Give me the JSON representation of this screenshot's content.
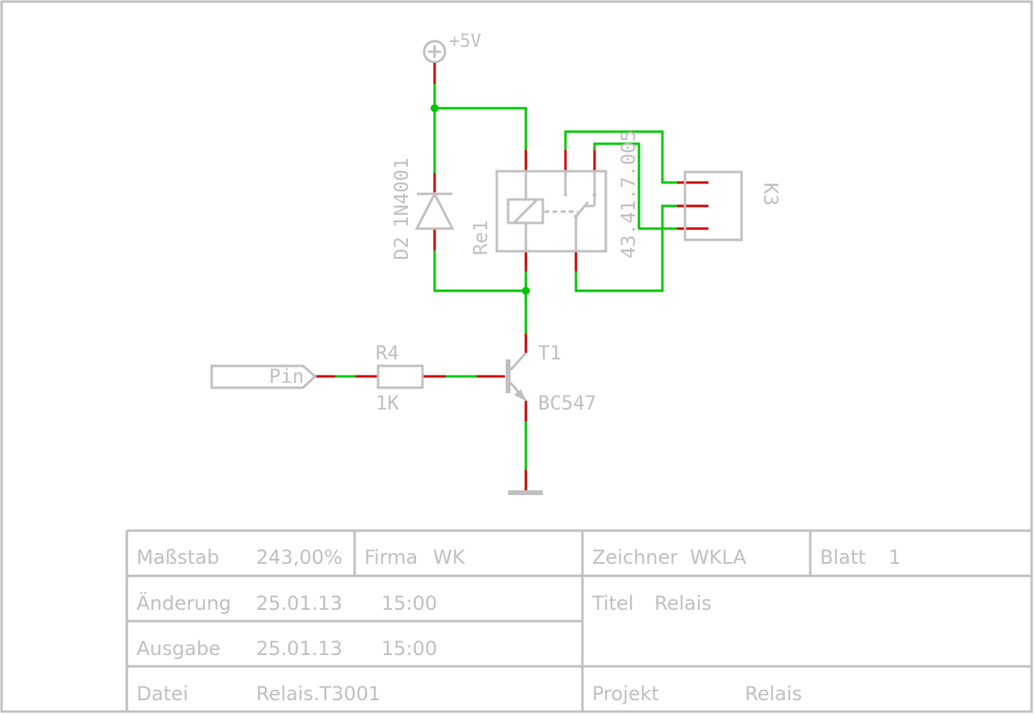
{
  "schematic": {
    "supply": {
      "symbol": "power-plus-icon",
      "label": "+5V"
    },
    "components": {
      "diode": {
        "ref": "D2",
        "value": "1N4001"
      },
      "relay": {
        "ref": "Re1",
        "value": "43.41.7.005"
      },
      "connector": {
        "ref": "K3"
      },
      "resistor": {
        "ref": "R4",
        "value": "1K"
      },
      "transistor": {
        "ref": "T1",
        "value": "BC547"
      },
      "input_port": {
        "label": "Pin"
      },
      "ground": {
        "symbol": "ground-icon"
      }
    },
    "colors": {
      "wire": "#00c800",
      "pin": "#c80000",
      "symbol": "#c0c0c0",
      "background": "#ffffff"
    }
  },
  "title_block": {
    "scale_label": "Maßstab",
    "scale_value": "243,00%",
    "company_label": "Firma",
    "company_value": "WK",
    "drawer_label": "Zeichner",
    "drawer_value": "WKLA",
    "sheet_label": "Blatt",
    "sheet_value": "1",
    "changed_label": "Änderung",
    "changed_date": "25.01.13",
    "changed_time": "15:00",
    "title_label": "Titel",
    "title_value": "Relais",
    "issued_label": "Ausgabe",
    "issued_date": "25.01.13",
    "issued_time": "15:00",
    "file_label": "Datei",
    "file_value": "Relais.T3001",
    "project_label": "Projekt",
    "project_value": "Relais"
  }
}
